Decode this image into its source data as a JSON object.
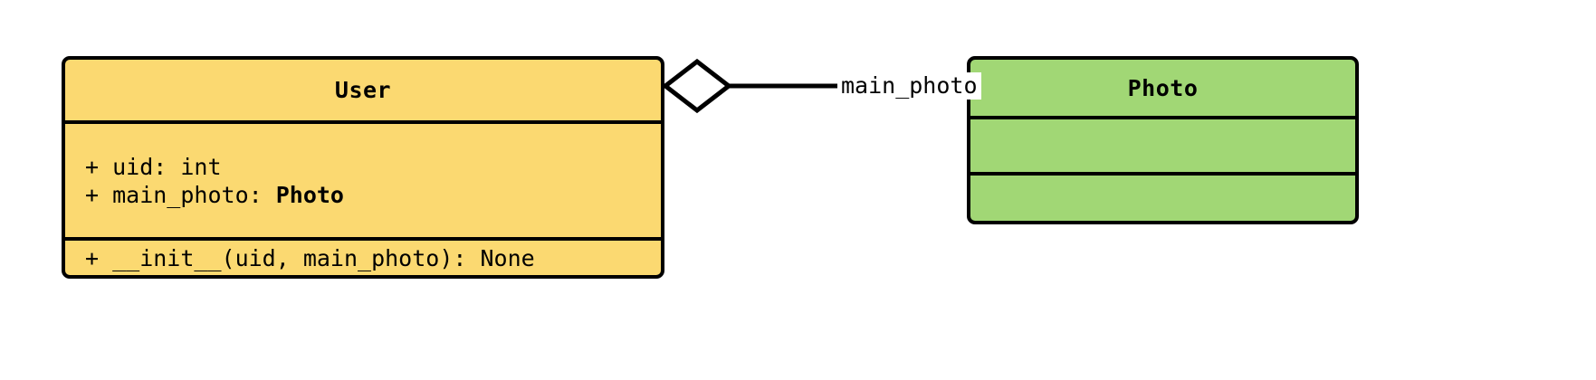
{
  "diagram": {
    "type": "uml-class-diagram",
    "background_color": "#ffffff",
    "line_color": "#000000",
    "classes": [
      {
        "id": "user",
        "name": "User",
        "fill_color": "#FBD971",
        "attributes": [
          {
            "visibility": "+",
            "text": "+ uid: int",
            "name": "uid",
            "type": "int",
            "type_is_class_ref": false
          },
          {
            "visibility": "+",
            "text": "+ main_photo: ",
            "name": "main_photo",
            "type": "Photo",
            "type_is_class_ref": true
          }
        ],
        "methods": [
          {
            "visibility": "+",
            "text": "+ __init__(uid, main_photo): None",
            "name": "__init__",
            "params": "uid, main_photo",
            "returns": "None"
          }
        ]
      },
      {
        "id": "photo",
        "name": "Photo",
        "fill_color": "#A1D775",
        "attributes": [],
        "methods": []
      }
    ],
    "relationships": [
      {
        "id": "user-photo-aggregation",
        "kind": "aggregation",
        "marker": "hollow-diamond",
        "source": "User",
        "target": "Photo",
        "label": "main_photo"
      }
    ]
  }
}
